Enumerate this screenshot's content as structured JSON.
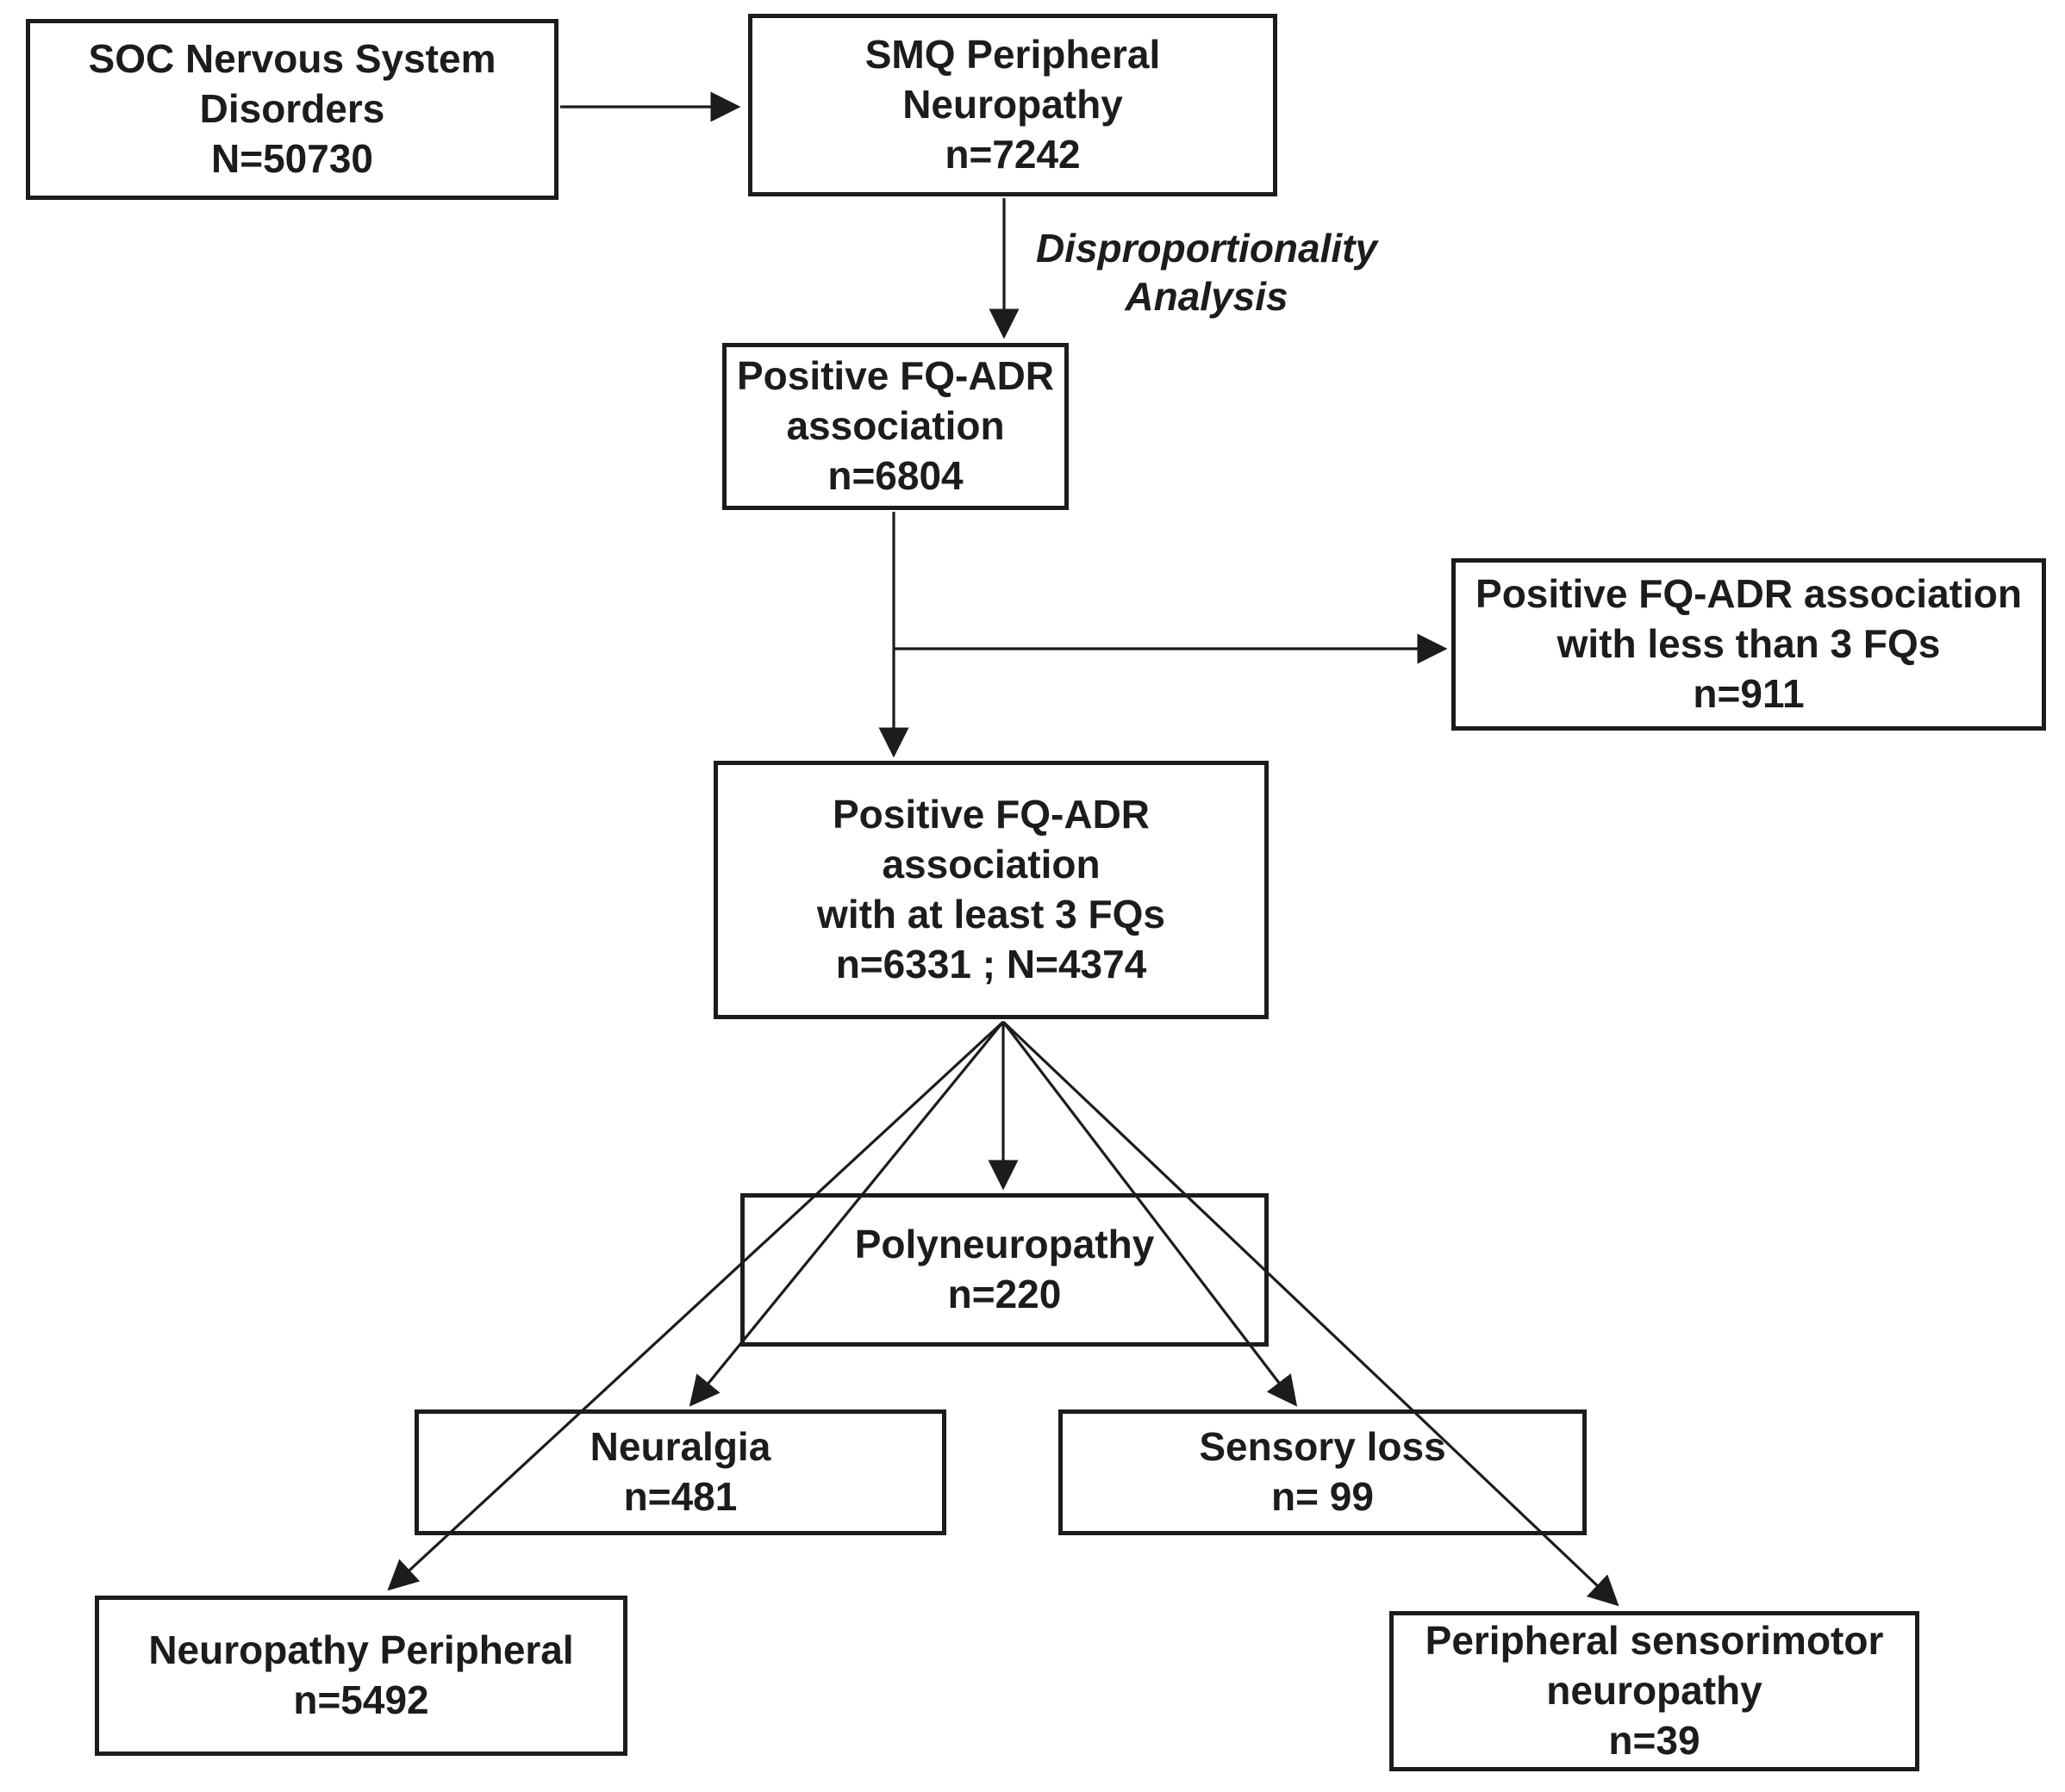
{
  "diagram": {
    "type": "flowchart",
    "colors": {
      "ink": "#1c1c1c",
      "bg": "#ffffff"
    },
    "nodes": [
      {
        "id": "soc-nervous-system",
        "lines": [
          "SOC Nervous System",
          "Disorders",
          "N=50730"
        ]
      },
      {
        "id": "smq-peripheral-neuropathy",
        "lines": [
          "SMQ Peripheral",
          "Neuropathy",
          "n=7242"
        ]
      },
      {
        "id": "positive-fq-adr",
        "lines": [
          "Positive FQ-ADR",
          "association",
          "n=6804"
        ]
      },
      {
        "id": "less-than-3-fqs",
        "lines": [
          "Positive FQ-ADR association",
          "with less than 3 FQs",
          "n=911"
        ]
      },
      {
        "id": "at-least-3-fqs",
        "lines": [
          "Positive FQ-ADR",
          "association",
          "with at least 3 FQs",
          "n=6331 ; N=4374"
        ]
      },
      {
        "id": "polyneuropathy",
        "lines": [
          "Polyneuropathy",
          "n=220"
        ]
      },
      {
        "id": "neuralgia",
        "lines": [
          "Neuralgia",
          "n=481"
        ]
      },
      {
        "id": "sensory-loss",
        "lines": [
          "Sensory loss",
          "n= 99"
        ]
      },
      {
        "id": "neuropathy-peripheral",
        "lines": [
          "Neuropathy Peripheral",
          "n=5492"
        ]
      },
      {
        "id": "peripheral-sensorimotor",
        "lines": [
          "Peripheral sensorimotor",
          "neuropathy",
          "n=39"
        ]
      }
    ],
    "edge_label": {
      "lines": [
        "Disproportionality",
        "Analysis"
      ]
    }
  }
}
